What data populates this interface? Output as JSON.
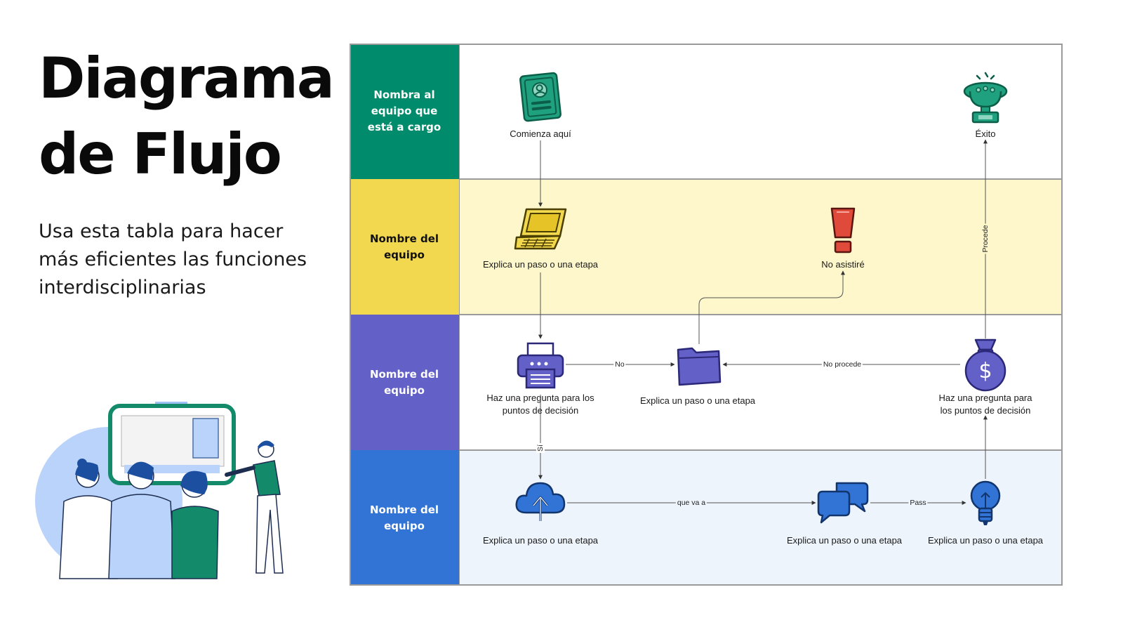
{
  "title_lines": [
    "Diagrama",
    "de Flujo"
  ],
  "subtitle": "Usa esta tabla para hacer más eficientes las funciones interdisciplinarias",
  "lanes": [
    {
      "label": "Nombra al equipo que está a cargo",
      "color": "#008c6c",
      "bg": "#ffffff"
    },
    {
      "label": "Nombre del equipo",
      "color": "#f2d84e",
      "text_color": "#111111",
      "bg": "#fdf7cb"
    },
    {
      "label": "Nombre del equipo",
      "color": "#6361c7",
      "bg": "#ffffff"
    },
    {
      "label": "Nombre del equipo",
      "color": "#3174d6",
      "bg": "#eef4fc"
    }
  ],
  "nodes": {
    "start": {
      "label": "Comienza aquí",
      "icon": "id-card-icon"
    },
    "success": {
      "label": "Éxito",
      "icon": "trophy-icon"
    },
    "laptop": {
      "label": "Explica un paso o una etapa",
      "icon": "laptop-icon"
    },
    "alert": {
      "label": "No asistiré",
      "icon": "exclamation-icon"
    },
    "printer": {
      "label": "Haz una pregunta para los puntos de decisión",
      "icon": "printer-icon"
    },
    "folder": {
      "label": "Explica un paso o una etapa",
      "icon": "folder-icon"
    },
    "money": {
      "label": "Haz una pregunta para los puntos de decisión",
      "icon": "money-bag-icon"
    },
    "cloud": {
      "label": "Explica un paso o una etapa",
      "icon": "cloud-upload-icon"
    },
    "chat": {
      "label": "Explica un paso o una etapa",
      "icon": "chat-bubbles-icon"
    },
    "bulb": {
      "label": "Explica un paso o una etapa",
      "icon": "lightbulb-icon"
    }
  },
  "edge_labels": {
    "printer_folder": "No",
    "money_folder": "No procede",
    "printer_cloud": "Sí",
    "cloud_chat": "que va a",
    "chat_bulb": "Pass",
    "money_success": "Procede"
  }
}
